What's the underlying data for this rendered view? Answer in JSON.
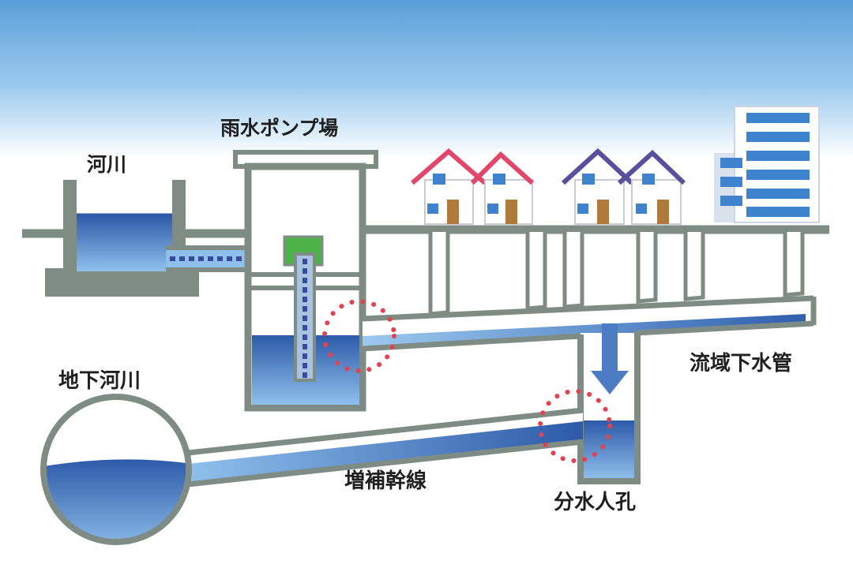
{
  "labels": {
    "pump_station": "雨水ポンプ場",
    "river": "河川",
    "underground_river": "地下河川",
    "basin_sewer": "流域下水管",
    "reinforcement_trunk": "増補幹線",
    "diversion_manhole": "分水人孔"
  },
  "colors": {
    "sky_top": "#5a9fd8",
    "structure": "#7f8c86",
    "structure_fill": "#ffffff",
    "water_dark": "#2d5aa8",
    "water_light": "#8fc0ec",
    "marker": "#e0424f",
    "roof_red": "#e0476a",
    "roof_purple": "#5a4f9c",
    "window": "#3f83cf",
    "door": "#b07a3c",
    "gate_green": "#4cb24a"
  },
  "icons": {
    "flow_arrow": "down-arrow-icon",
    "junction_marker": "dotted-circle-icon"
  }
}
